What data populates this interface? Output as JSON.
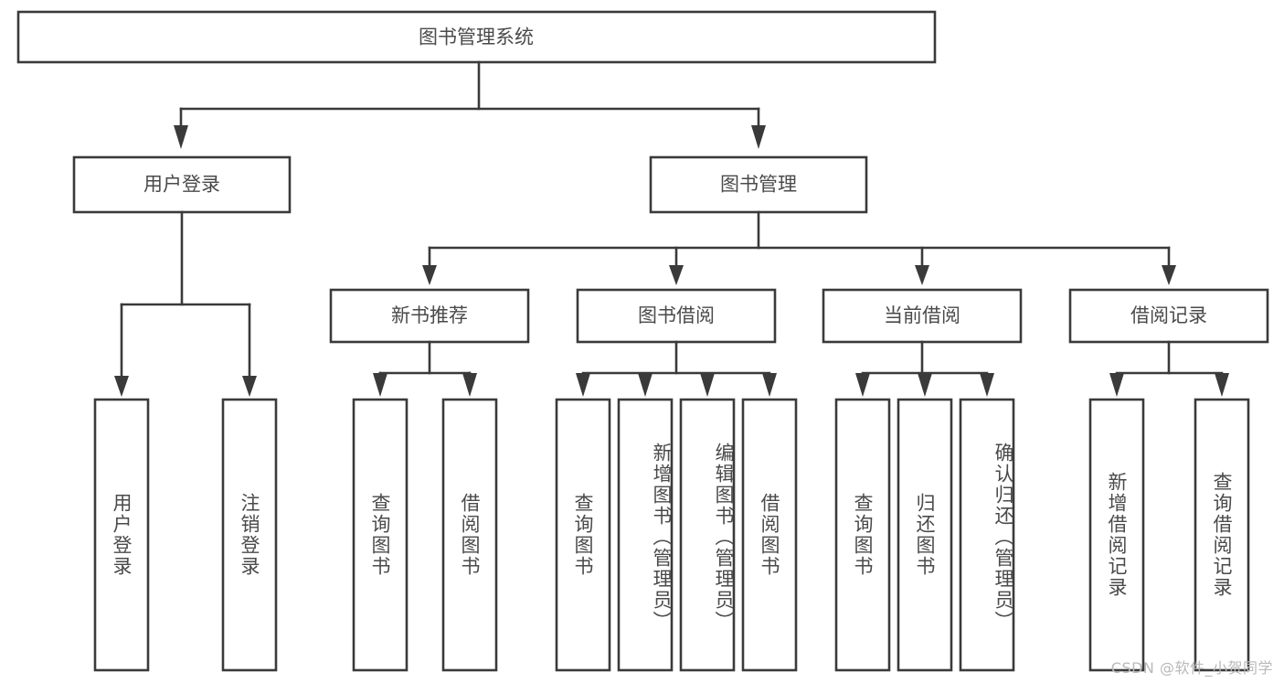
{
  "diagram": {
    "type": "tree-hierarchy-chart",
    "title": "图书管理系统",
    "watermark": "CSDN @软件_小贺同学",
    "colors": {
      "stroke": "#3a3a3a",
      "fill": "#ffffff",
      "text": "#4a4a4a",
      "watermark": "#b9b9b9",
      "background": "#ffffff"
    },
    "levels": {
      "level1_label": "图书管理系统",
      "level2": [
        "用户登录",
        "图书管理"
      ],
      "level3": [
        "新书推荐",
        "图书借阅",
        "当前借阅",
        "借阅记录"
      ]
    },
    "nodes": {
      "root": {
        "label": "图书管理系统"
      },
      "user_login": {
        "label": "用户登录"
      },
      "book_mgmt": {
        "label": "图书管理"
      },
      "new_book_rec": {
        "label": "新书推荐"
      },
      "book_borrow": {
        "label": "图书借阅"
      },
      "current_borrow": {
        "label": "当前借阅"
      },
      "borrow_record": {
        "label": "借阅记录"
      }
    },
    "leaves": {
      "user_login": [
        {
          "label": "用户登录"
        },
        {
          "label": "注销登录"
        }
      ],
      "new_book_rec": [
        {
          "label": "查询图书"
        },
        {
          "label": "借阅图书"
        }
      ],
      "book_borrow": [
        {
          "label": "查询图书"
        },
        {
          "label": "新增图书（管理员）"
        },
        {
          "label": "编辑图书（管理员）"
        },
        {
          "label": "借阅图书"
        }
      ],
      "current_borrow": [
        {
          "label": "查询图书"
        },
        {
          "label": "归还图书"
        },
        {
          "label": "确认归还（管理员）"
        }
      ],
      "borrow_record": [
        {
          "label": "新增借阅记录"
        },
        {
          "label": "查询借阅记录"
        }
      ]
    }
  }
}
